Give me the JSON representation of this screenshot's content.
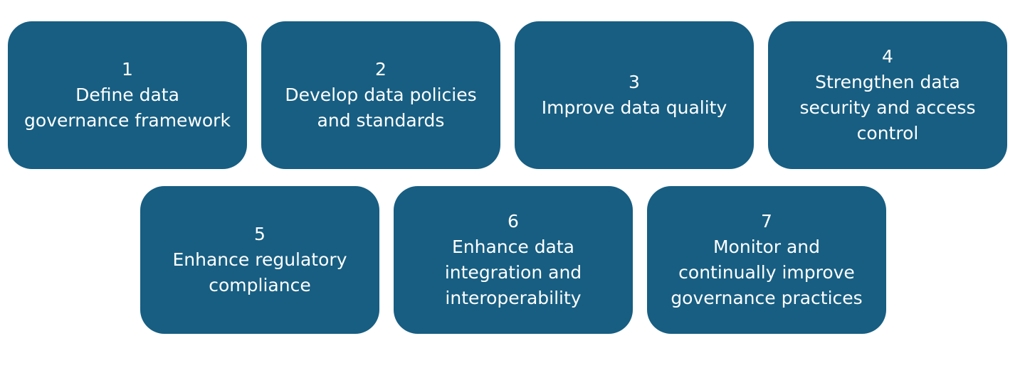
{
  "colors": {
    "box_fill": "#175e82",
    "text": "#ffffff",
    "background": "#ffffff"
  },
  "steps": [
    {
      "number": "1",
      "lines": [
        "Define data",
        "governance framework"
      ]
    },
    {
      "number": "2",
      "lines": [
        "Develop data policies",
        "and standards"
      ]
    },
    {
      "number": "3",
      "lines": [
        "Improve data quality"
      ]
    },
    {
      "number": "4",
      "lines": [
        "Strengthen data",
        "security and access",
        "control"
      ]
    },
    {
      "number": "5",
      "lines": [
        "Enhance regulatory",
        "compliance"
      ]
    },
    {
      "number": "6",
      "lines": [
        "Enhance data",
        "integration and",
        "interoperability"
      ]
    },
    {
      "number": "7",
      "lines": [
        "Monitor and",
        "continually improve",
        "governance practices"
      ]
    }
  ]
}
